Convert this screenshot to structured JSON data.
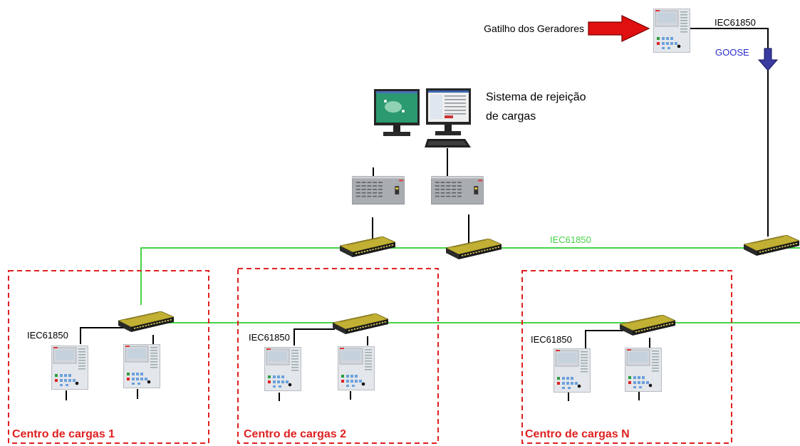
{
  "colors": {
    "network_line": "#46d246",
    "wire": "#000000",
    "zone_border": "#e02020",
    "zone_title": "#e02020",
    "goose_text": "#2a2acc",
    "trigger_arrow": "#e01010",
    "goose_arrow": "#3a3aa0"
  },
  "trigger": {
    "label": "Gatilho dos Geradores"
  },
  "top_relay": {
    "protocol_label": "IEC61850",
    "goose_label": "GOOSE"
  },
  "workstation": {
    "label_line1": "Sistema de rejeição",
    "label_line2": "de cargas"
  },
  "backbone": {
    "label": "IEC61850"
  },
  "zones": [
    {
      "title": "Centro de cargas 1",
      "protocol_label": "IEC61850"
    },
    {
      "title": "Centro de cargas 2",
      "protocol_label": "IEC61850"
    },
    {
      "title": "Centro de cargas N",
      "protocol_label": "IEC61850"
    }
  ]
}
